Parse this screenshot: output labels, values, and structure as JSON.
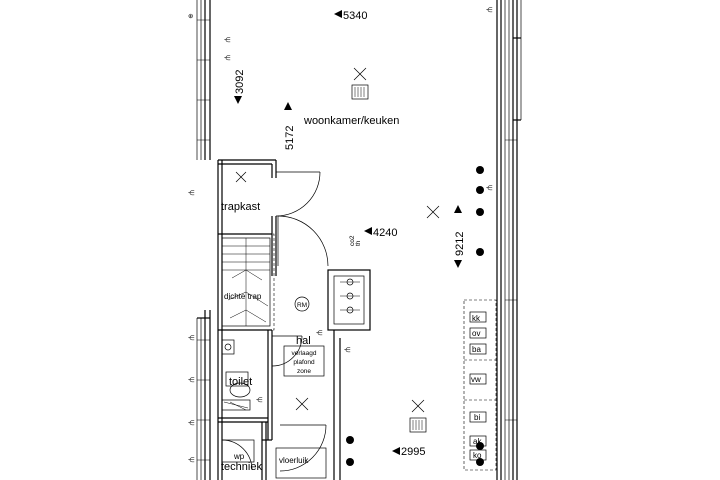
{
  "rooms": {
    "living": "woonkamer/keuken",
    "stair_closet": "trapkast",
    "stairs": "dichte trap",
    "hall": "hal",
    "toilet": "toilet",
    "tech": "techniek",
    "ceiling_note": [
      "verlaagd",
      "plafond",
      "zone"
    ],
    "heat_pump": "wp",
    "floor_hatch": "vloerluik"
  },
  "dimensions": {
    "top_width": "5340",
    "left_height": "3092",
    "center_height": "5172",
    "mid_width": "4240",
    "right_height": "9212",
    "bottom_width": "2995"
  },
  "symbols": {
    "co2": "co2",
    "th": "th",
    "rm": "RM"
  },
  "kitchen_labels": [
    "kk",
    "ov",
    "ba",
    "vw",
    "bi",
    "ak",
    "ko"
  ]
}
